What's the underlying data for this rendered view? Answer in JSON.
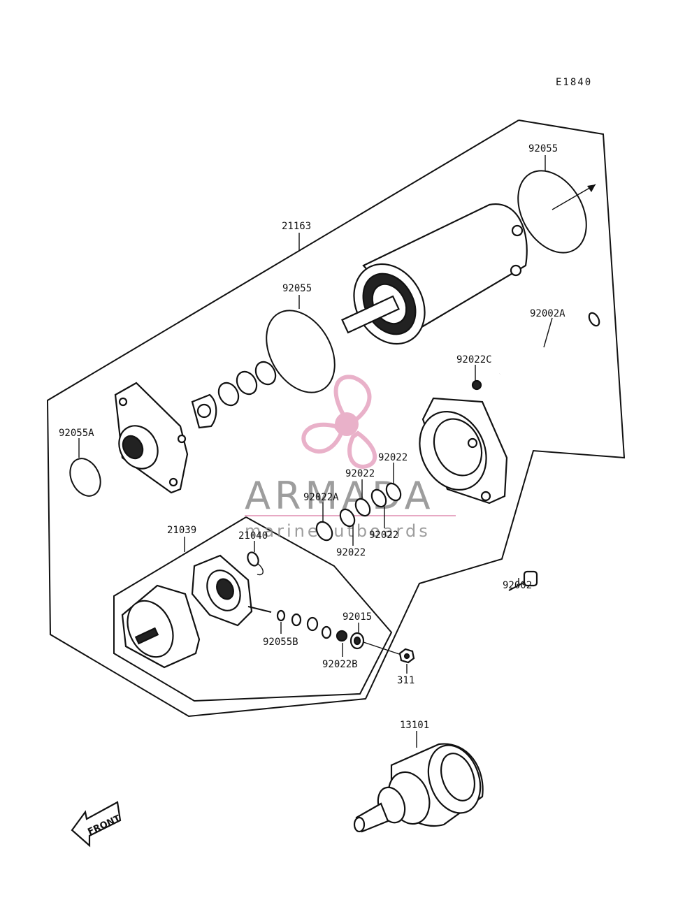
{
  "diagram_code": "E1840",
  "watermark": {
    "title": "ARMADA",
    "subtitle": "marineoutboards",
    "color": "#e7a9c4"
  },
  "front_arrow_label": "FRONT",
  "callouts": [
    {
      "id": "c-92055-top",
      "text": "92055"
    },
    {
      "id": "c-21163",
      "text": "21163"
    },
    {
      "id": "c-92055-mid",
      "text": "92055"
    },
    {
      "id": "c-92002A",
      "text": "92002A"
    },
    {
      "id": "c-92022C",
      "text": "92022C"
    },
    {
      "id": "c-92055A",
      "text": "92055A"
    },
    {
      "id": "c-92022-a",
      "text": "92022"
    },
    {
      "id": "c-92022-b",
      "text": "92022"
    },
    {
      "id": "c-92022A",
      "text": "92022A"
    },
    {
      "id": "c-92022-c",
      "text": "92022"
    },
    {
      "id": "c-92022-d",
      "text": "92022"
    },
    {
      "id": "c-21039",
      "text": "21039"
    },
    {
      "id": "c-21040",
      "text": "21040"
    },
    {
      "id": "c-92002",
      "text": "92002"
    },
    {
      "id": "c-92015",
      "text": "92015"
    },
    {
      "id": "c-92055B",
      "text": "92055B"
    },
    {
      "id": "c-92022B",
      "text": "92022B"
    },
    {
      "id": "c-311",
      "text": "311"
    },
    {
      "id": "c-13101",
      "text": "13101"
    }
  ]
}
